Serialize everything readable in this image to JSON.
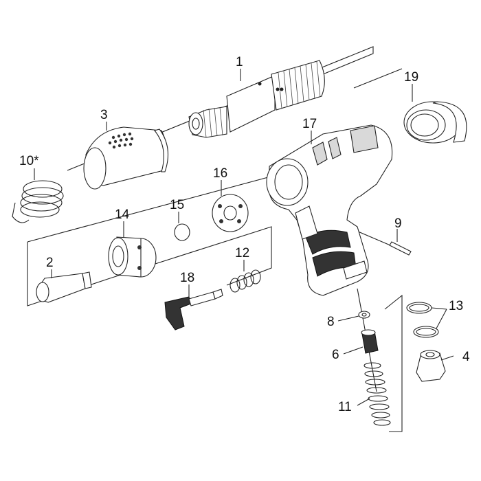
{
  "parts": [
    {
      "id": "p1",
      "label": "1"
    },
    {
      "id": "p2",
      "label": "2"
    },
    {
      "id": "p3",
      "label": "3"
    },
    {
      "id": "p4",
      "label": "4"
    },
    {
      "id": "p6",
      "label": "6"
    },
    {
      "id": "p8",
      "label": "8"
    },
    {
      "id": "p9",
      "label": "9"
    },
    {
      "id": "p10",
      "label": "10*"
    },
    {
      "id": "p11",
      "label": "11"
    },
    {
      "id": "p12",
      "label": "12"
    },
    {
      "id": "p13",
      "label": "13"
    },
    {
      "id": "p14",
      "label": "14"
    },
    {
      "id": "p15",
      "label": "15"
    },
    {
      "id": "p16",
      "label": "16"
    },
    {
      "id": "p17",
      "label": "17"
    },
    {
      "id": "p18",
      "label": "18"
    },
    {
      "id": "p19",
      "label": "19"
    }
  ]
}
